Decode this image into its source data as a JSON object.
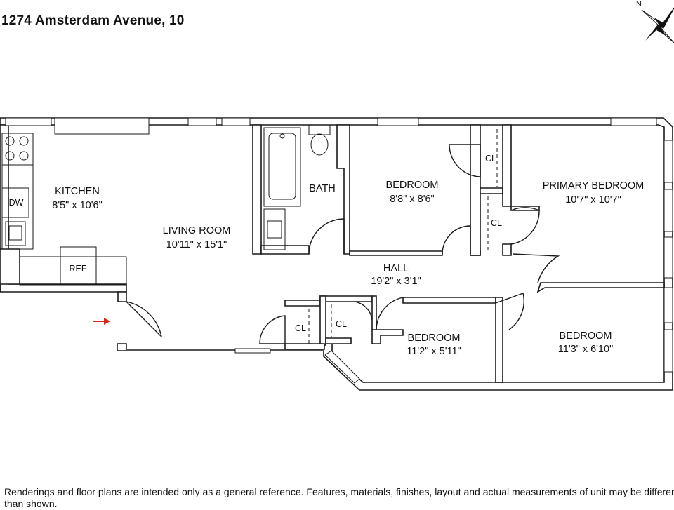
{
  "address": "1274 Amsterdam Avenue, 10",
  "compass": {
    "north_label": "N"
  },
  "rooms": {
    "kitchen": {
      "name": "KITCHEN",
      "size": "8'5\" x 10'6\""
    },
    "living_room": {
      "name": "LIVING ROOM",
      "size": "10'11\" x 15'1\""
    },
    "bath": {
      "name": "BATH"
    },
    "bedroom_1": {
      "name": "BEDROOM",
      "size": "8'8\" x 8'6\""
    },
    "primary_bedroom": {
      "name": "PRIMARY BEDROOM",
      "size": "10'7\" x 10'7\""
    },
    "hall": {
      "name": "HALL",
      "size": "19'2\" x 3'1\""
    },
    "bedroom_2": {
      "name": "BEDROOM",
      "size": "11'2\" x 5'11\""
    },
    "bedroom_3": {
      "name": "BEDROOM",
      "size": "11'3\" x 6'10\""
    }
  },
  "fixtures": {
    "dishwasher": "DW",
    "refrigerator": "REF",
    "closet": "CL"
  },
  "colors": {
    "entry_arrow": "#d7261e",
    "walls": "#1a1a1a"
  },
  "disclaimer": "Renderings and floor plans are intended only as a general reference. Features, materials, finishes, layout and actual measurements of unit may be different than shown."
}
